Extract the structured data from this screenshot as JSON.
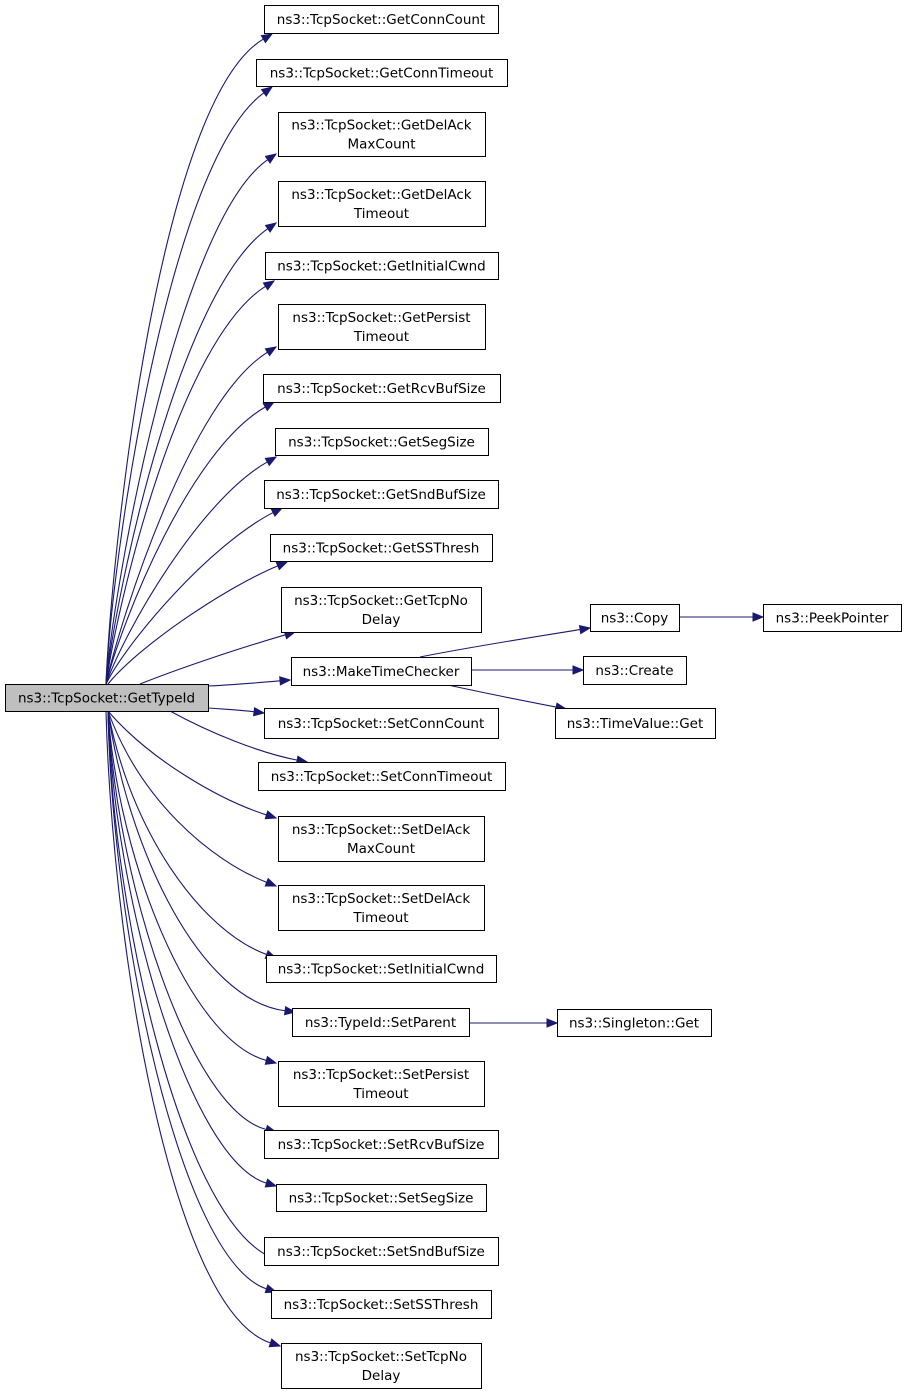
{
  "graph": {
    "edge_color": "#191970",
    "root_fill": "#bfbfbf",
    "nodes": {
      "root": [
        "ns3::TcpSocket::GetTypeId"
      ],
      "get_conn_count": [
        "ns3::TcpSocket::GetConnCount"
      ],
      "get_conn_timeout": [
        "ns3::TcpSocket::GetConnTimeout"
      ],
      "get_del_ack_max_count": [
        "ns3::TcpSocket::GetDelAck",
        "MaxCount"
      ],
      "get_del_ack_timeout": [
        "ns3::TcpSocket::GetDelAck",
        "Timeout"
      ],
      "get_initial_cwnd": [
        "ns3::TcpSocket::GetInitialCwnd"
      ],
      "get_persist_timeout": [
        "ns3::TcpSocket::GetPersist",
        "Timeout"
      ],
      "get_rcv_buf_size": [
        "ns3::TcpSocket::GetRcvBufSize"
      ],
      "get_seg_size": [
        "ns3::TcpSocket::GetSegSize"
      ],
      "get_snd_buf_size": [
        "ns3::TcpSocket::GetSndBufSize"
      ],
      "get_ss_thresh": [
        "ns3::TcpSocket::GetSSThresh"
      ],
      "get_tcp_no_delay": [
        "ns3::TcpSocket::GetTcpNo",
        "Delay"
      ],
      "make_time_checker": [
        "ns3::MakeTimeChecker"
      ],
      "copy": [
        "ns3::Copy"
      ],
      "peek_pointer": [
        "ns3::PeekPointer"
      ],
      "create": [
        "ns3::Create"
      ],
      "time_value_get": [
        "ns3::TimeValue::Get"
      ],
      "set_conn_count": [
        "ns3::TcpSocket::SetConnCount"
      ],
      "set_conn_timeout": [
        "ns3::TcpSocket::SetConnTimeout"
      ],
      "set_del_ack_max_count": [
        "ns3::TcpSocket::SetDelAck",
        "MaxCount"
      ],
      "set_del_ack_timeout": [
        "ns3::TcpSocket::SetDelAck",
        "Timeout"
      ],
      "set_initial_cwnd": [
        "ns3::TcpSocket::SetInitialCwnd"
      ],
      "type_id_set_parent": [
        "ns3::TypeId::SetParent"
      ],
      "singleton_get": [
        "ns3::Singleton::Get"
      ],
      "set_persist_timeout": [
        "ns3::TcpSocket::SetPersist",
        "Timeout"
      ],
      "set_rcv_buf_size": [
        "ns3::TcpSocket::SetRcvBufSize"
      ],
      "set_seg_size": [
        "ns3::TcpSocket::SetSegSize"
      ],
      "set_snd_buf_size": [
        "ns3::TcpSocket::SetSndBufSize"
      ],
      "set_ss_thresh": [
        "ns3::TcpSocket::SetSSThresh"
      ],
      "set_tcp_no_delay": [
        "ns3::TcpSocket::SetTcpNo",
        "Delay"
      ]
    },
    "edges": [
      [
        "root",
        "get_conn_count"
      ],
      [
        "root",
        "get_conn_timeout"
      ],
      [
        "root",
        "get_del_ack_max_count"
      ],
      [
        "root",
        "get_del_ack_timeout"
      ],
      [
        "root",
        "get_initial_cwnd"
      ],
      [
        "root",
        "get_persist_timeout"
      ],
      [
        "root",
        "get_rcv_buf_size"
      ],
      [
        "root",
        "get_seg_size"
      ],
      [
        "root",
        "get_snd_buf_size"
      ],
      [
        "root",
        "get_ss_thresh"
      ],
      [
        "root",
        "get_tcp_no_delay"
      ],
      [
        "root",
        "make_time_checker"
      ],
      [
        "root",
        "set_conn_count"
      ],
      [
        "root",
        "set_conn_timeout"
      ],
      [
        "root",
        "set_del_ack_max_count"
      ],
      [
        "root",
        "set_del_ack_timeout"
      ],
      [
        "root",
        "set_initial_cwnd"
      ],
      [
        "root",
        "type_id_set_parent"
      ],
      [
        "root",
        "set_persist_timeout"
      ],
      [
        "root",
        "set_rcv_buf_size"
      ],
      [
        "root",
        "set_seg_size"
      ],
      [
        "root",
        "set_snd_buf_size"
      ],
      [
        "root",
        "set_ss_thresh"
      ],
      [
        "root",
        "set_tcp_no_delay"
      ],
      [
        "make_time_checker",
        "copy"
      ],
      [
        "make_time_checker",
        "create"
      ],
      [
        "make_time_checker",
        "time_value_get"
      ],
      [
        "copy",
        "peek_pointer"
      ],
      [
        "type_id_set_parent",
        "singleton_get"
      ]
    ]
  }
}
